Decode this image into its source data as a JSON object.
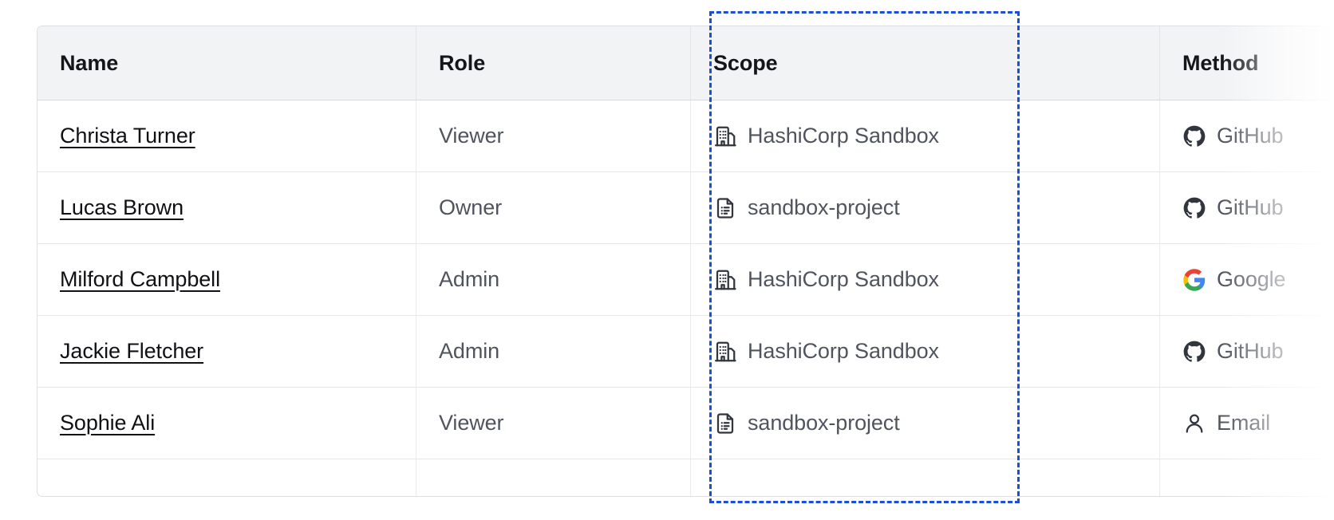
{
  "table": {
    "columns": [
      {
        "key": "name",
        "label": "Name"
      },
      {
        "key": "role",
        "label": "Role"
      },
      {
        "key": "scope",
        "label": "Scope"
      },
      {
        "key": "blank",
        "label": ""
      },
      {
        "key": "method",
        "label": "Method"
      }
    ],
    "rows": [
      {
        "name": "Christa Turner",
        "role": "Viewer",
        "scope": "HashiCorp Sandbox",
        "scope_icon": "organization-building-icon",
        "blank": "",
        "method": "GitHub",
        "method_icon": "github-icon"
      },
      {
        "name": "Lucas Brown",
        "role": "Owner",
        "scope": "sandbox-project",
        "scope_icon": "project-document-icon",
        "blank": "",
        "method": "GitHub",
        "method_icon": "github-icon"
      },
      {
        "name": "Milford Campbell",
        "role": "Admin",
        "scope": "HashiCorp Sandbox",
        "scope_icon": "organization-building-icon",
        "blank": "",
        "method": "Google",
        "method_icon": "google-icon"
      },
      {
        "name": "Jackie Fletcher",
        "role": "Admin",
        "scope": "HashiCorp Sandbox",
        "scope_icon": "organization-building-icon",
        "blank": "",
        "method": "GitHub",
        "method_icon": "github-icon"
      },
      {
        "name": "Sophie Ali",
        "role": "Viewer",
        "scope": "sandbox-project",
        "scope_icon": "project-document-icon",
        "blank": "",
        "method": "Email",
        "method_icon": "user-person-icon"
      }
    ]
  },
  "highlight": {
    "target_column": "Scope",
    "style": "dashed-rectangle",
    "color": "#1c4ed8"
  },
  "colors": {
    "header_background": "#f2f3f5",
    "header_text": "#15161a",
    "body_text": "#50545e",
    "link_text": "#101114",
    "border": "#e6e7ea",
    "highlight": "#1c4ed8",
    "google_blue": "#4285f4",
    "google_red": "#ea4335",
    "google_yellow": "#fbbc05",
    "google_green": "#34a853",
    "github_dark": "#31353d"
  }
}
